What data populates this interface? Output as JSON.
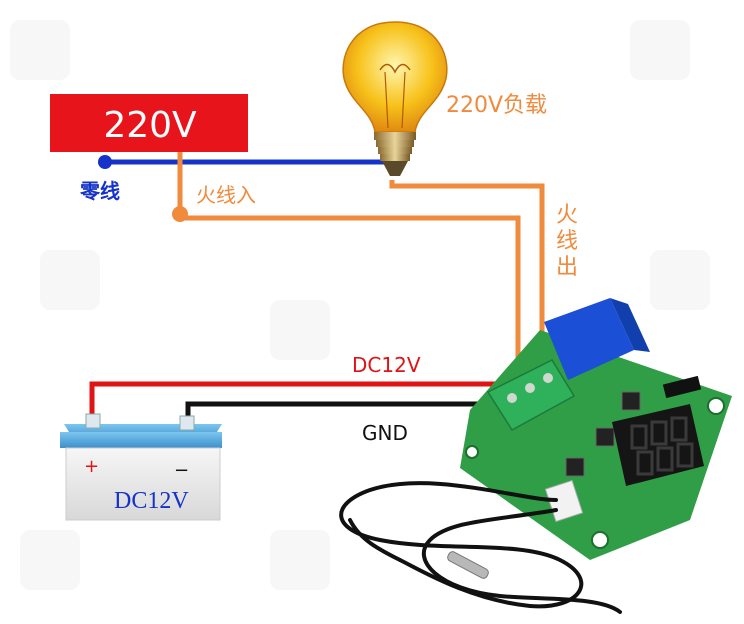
{
  "labels": {
    "mains_voltage": "220V",
    "load": "220V负载",
    "neutral": "零线",
    "live_in": "火线入",
    "live_out_1": "火",
    "live_out_2": "线",
    "live_out_3": "出",
    "dc_wire": "DC12V",
    "gnd_wire": "GND",
    "battery_plus": "+",
    "battery_minus": "−",
    "battery_voltage": "DC12V"
  },
  "colors": {
    "mains_box": "#e8141c",
    "neutral_wire": "#1533c8",
    "live_wire": "#f08a3c",
    "dc_wire": "#e01414",
    "gnd_wire": "#111111",
    "pcb": "#2f9e47",
    "relay": "#1a4fd6",
    "display": "#151515",
    "battery_top": "#4aa8e0",
    "battery_body": "#eeeeee"
  },
  "icons": [
    "light-bulb-icon",
    "battery-icon",
    "thermostat-board-icon",
    "temperature-probe-icon"
  ]
}
